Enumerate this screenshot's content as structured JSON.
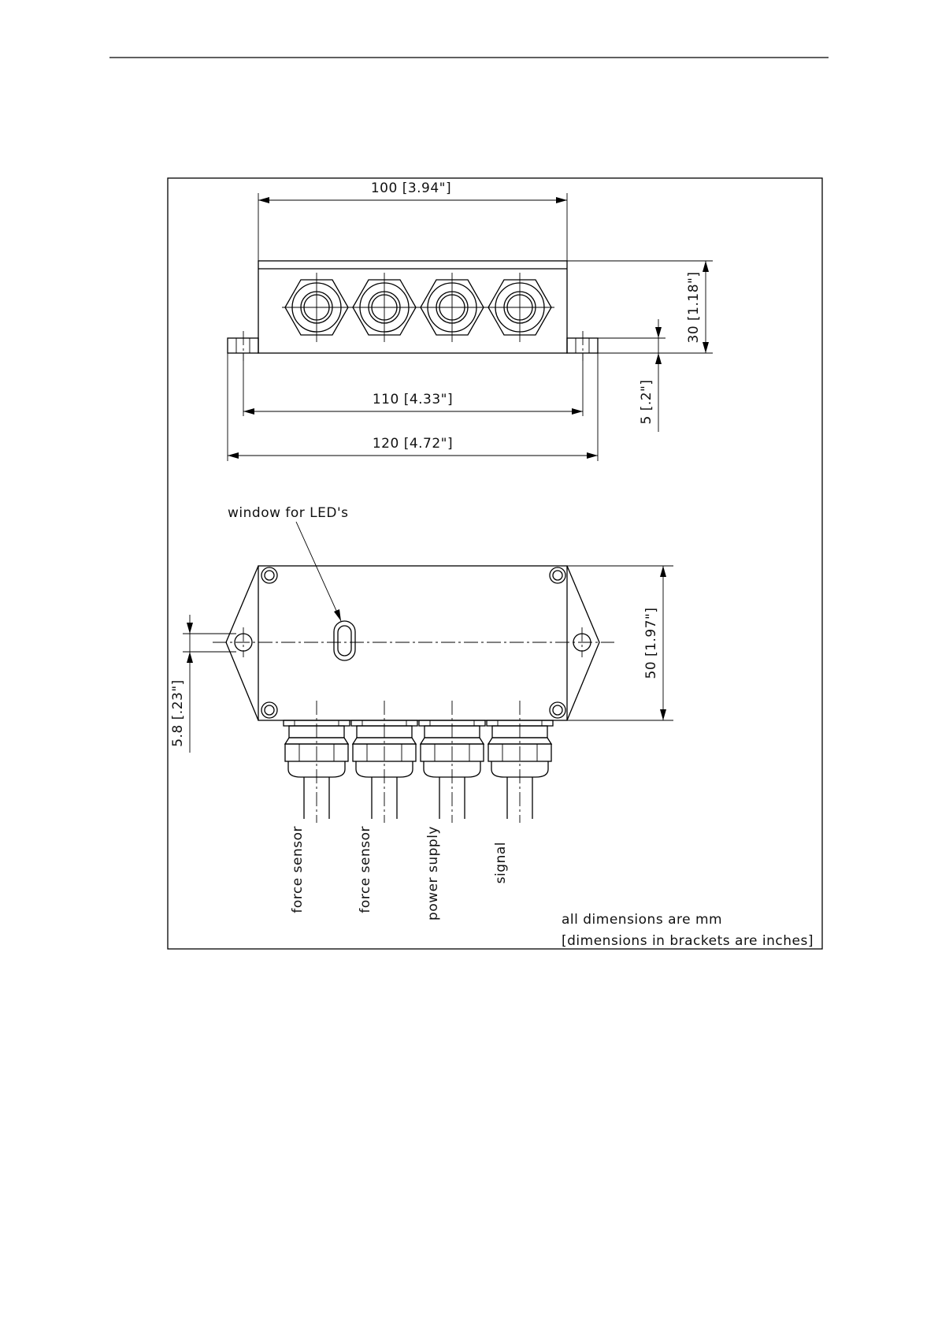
{
  "dimensions": {
    "width_100": "100 [3.94\"]",
    "width_110": "110 [4.33\"]",
    "width_120": "120 [4.72\"]",
    "height_30": "30 [1.18\"]",
    "flange_5": "5 [.2\"]",
    "depth_50": "50 [1.97\"]",
    "offset_58": "5.8 [.23\"]"
  },
  "callout": {
    "led_window": "window for LED's"
  },
  "cables": [
    {
      "label": "force sensor"
    },
    {
      "label": "force sensor"
    },
    {
      "label": "power supply"
    },
    {
      "label": "signal"
    }
  ],
  "notes": {
    "units": "all dimensions are mm",
    "brackets": "[dimensions in brackets are inches]"
  }
}
